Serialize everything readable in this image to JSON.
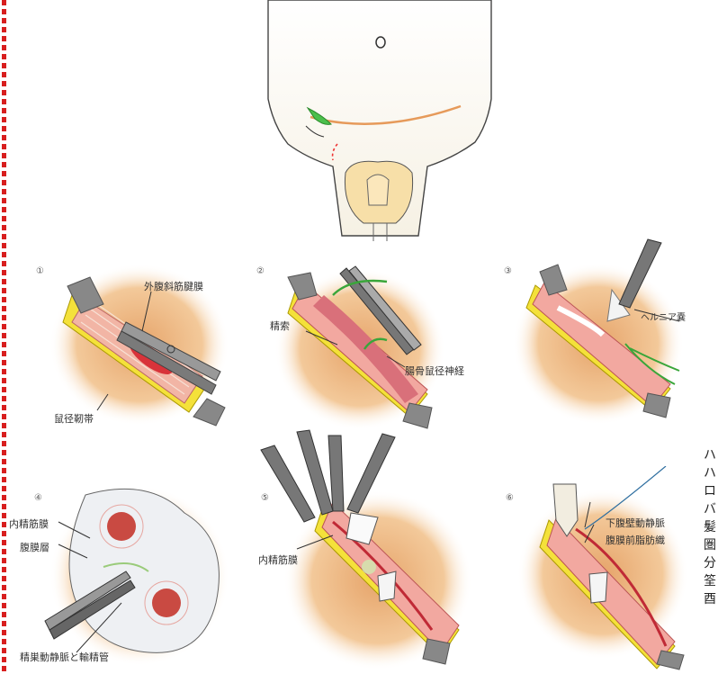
{
  "steps": [
    {
      "num": "①",
      "labels": [
        "外腹斜筋腱膜",
        "鼠径靭帯"
      ]
    },
    {
      "num": "②",
      "labels": [
        "精索",
        "腸骨鼠径神経"
      ]
    },
    {
      "num": "③",
      "labels": [
        "ヘルニア嚢"
      ]
    },
    {
      "num": "④",
      "labels": [
        "内精筋膜",
        "腹膜層",
        "精巣動静脈と輸精管"
      ]
    },
    {
      "num": "⑤",
      "labels": [
        "内精筋膜"
      ]
    },
    {
      "num": "⑥",
      "labels": [
        "下腹壁動静脈",
        "腹膜前脂肪織"
      ]
    }
  ],
  "right_edge_fragment": "ハハロバ髪圏\n分筌酉"
}
